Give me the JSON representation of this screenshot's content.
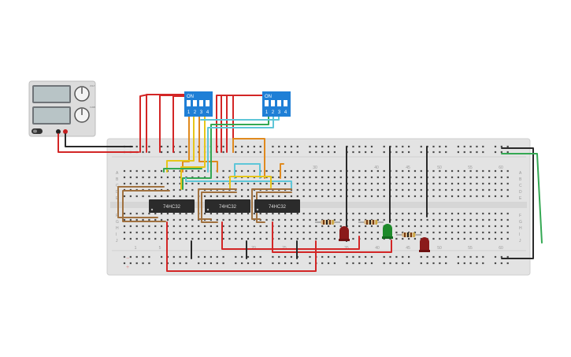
{
  "power_supply": {
    "icon": "bench-power-supply-icon",
    "tiny_labels": [
      "VOLT",
      "CURR"
    ]
  },
  "dip_switches": [
    {
      "label": "ON",
      "positions": [
        "1",
        "2",
        "3",
        "4"
      ]
    },
    {
      "label": "ON",
      "positions": [
        "1",
        "2",
        "3",
        "4"
      ]
    }
  ],
  "breadboard": {
    "column_numbers": [
      "1",
      "5",
      "10",
      "15",
      "20",
      "25",
      "30",
      "35",
      "40",
      "45",
      "50",
      "55",
      "60"
    ],
    "top_numbers_shown": [
      "30",
      "40",
      "45",
      "50",
      "55",
      "60"
    ],
    "row_letters_top": [
      "A",
      "B",
      "C",
      "D",
      "E"
    ],
    "row_letters_bottom": [
      "F",
      "G",
      "H",
      "I",
      "J"
    ],
    "rail_minus": "−",
    "rail_plus": "+"
  },
  "chips": [
    {
      "label": "74HC32"
    },
    {
      "label": "74HC32"
    },
    {
      "label": "74HC32"
    }
  ],
  "leds": [
    {
      "color_name": "red",
      "hex": "#8b1a1a"
    },
    {
      "color_name": "green",
      "hex": "#1d8a2a"
    },
    {
      "color_name": "red",
      "hex": "#8b1a1a"
    }
  ],
  "colors": {
    "wire_red": "#d32626",
    "wire_black": "#2a2a2a",
    "wire_orange": "#e08a1e",
    "wire_yellow": "#e6c619",
    "wire_green": "#34a853",
    "wire_cyan": "#5ec6d8",
    "wire_brown": "#a0713f",
    "switch_blue": "#1f7fd6",
    "board": "#e3e3e3",
    "chip": "#2b2b2b"
  }
}
